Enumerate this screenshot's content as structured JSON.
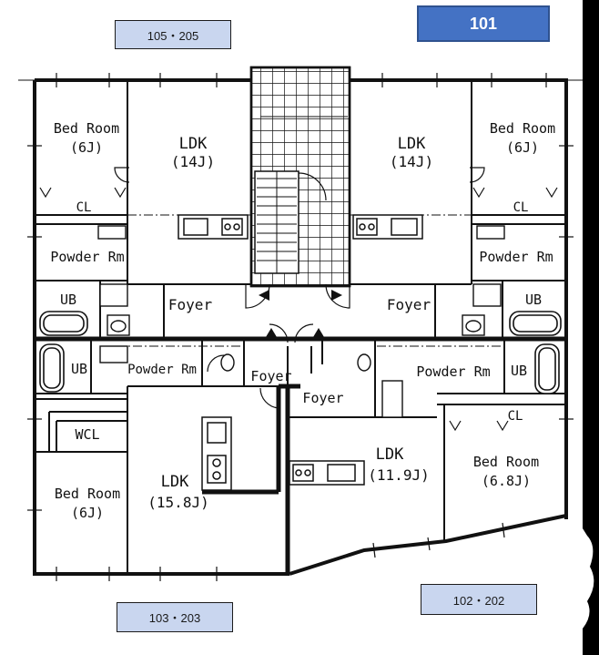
{
  "unit_tags": {
    "top_left": "105・205",
    "top_right": "101",
    "bottom_left": "103・203",
    "bottom_right": "102・202"
  },
  "rooms": {
    "bed_tl": "Bed Room",
    "bed_tl_size": "(6J)",
    "ldk_tl": "LDK",
    "ldk_tl_size": "(14J)",
    "ldk_tr": "LDK",
    "ldk_tr_size": "(14J)",
    "bed_tr": "Bed Room",
    "bed_tr_size": "(6J)",
    "cl_l": "CL",
    "cl_r": "CL",
    "powder_tl": "Powder Rm",
    "powder_tr": "Powder Rm",
    "ub_tl": "UB",
    "ub_tr": "UB",
    "foyer_tl": "Foyer",
    "foyer_tr": "Foyer",
    "ub_ml": "UB",
    "ub_mr": "UB",
    "powder_bl": "Powder Rm",
    "powder_br": "Powder Rm",
    "foyer_bl": "Foyer",
    "foyer_br": "Foyer",
    "cl_br": "CL",
    "wcl": "WCL",
    "bed_bl": "Bed Room",
    "bed_bl_size": "(6J)",
    "ldk_bl": "LDK",
    "ldk_bl_size": "(15.8J)",
    "ldk_br": "LDK",
    "ldk_br_size": "(11.9J)",
    "bed_br": "Bed Room",
    "bed_br_size": "(6.8J)"
  },
  "colors": {
    "active_unit": "#4472c4",
    "other_units": "#c9d6ef",
    "walls": "#111111"
  }
}
